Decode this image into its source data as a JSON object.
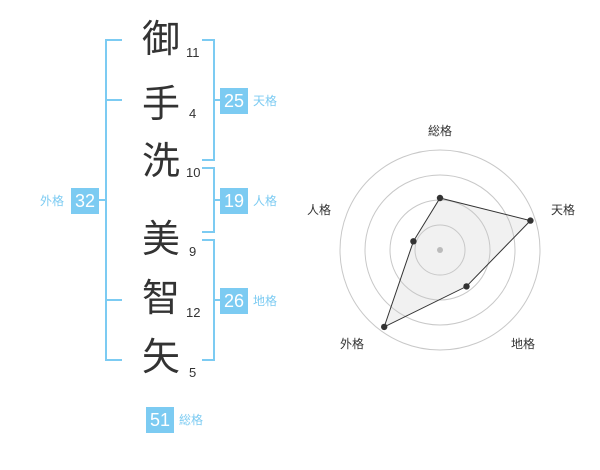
{
  "name": {
    "characters": [
      "御",
      "手",
      "洗",
      "美",
      "智",
      "矢"
    ],
    "strokes": [
      "11",
      "4",
      "10",
      "9",
      "12",
      "5"
    ]
  },
  "fortunes": {
    "tenkaku": {
      "label": "天格",
      "value": "25"
    },
    "jinkaku": {
      "label": "人格",
      "value": "19"
    },
    "chikaku": {
      "label": "地格",
      "value": "26"
    },
    "gaikaku": {
      "label": "外格",
      "value": "32"
    },
    "soukaku": {
      "label": "総格",
      "value": "51"
    }
  },
  "colors": {
    "accent": "#7ccbf2",
    "text": "#333333",
    "grid": "#c8c8c8"
  },
  "chart_data": {
    "type": "radar",
    "axes": [
      "総格",
      "天格",
      "地格",
      "外格",
      "人格"
    ],
    "scale_levels": 4,
    "values": [
      0.52,
      0.95,
      0.45,
      0.95,
      0.28
    ]
  }
}
